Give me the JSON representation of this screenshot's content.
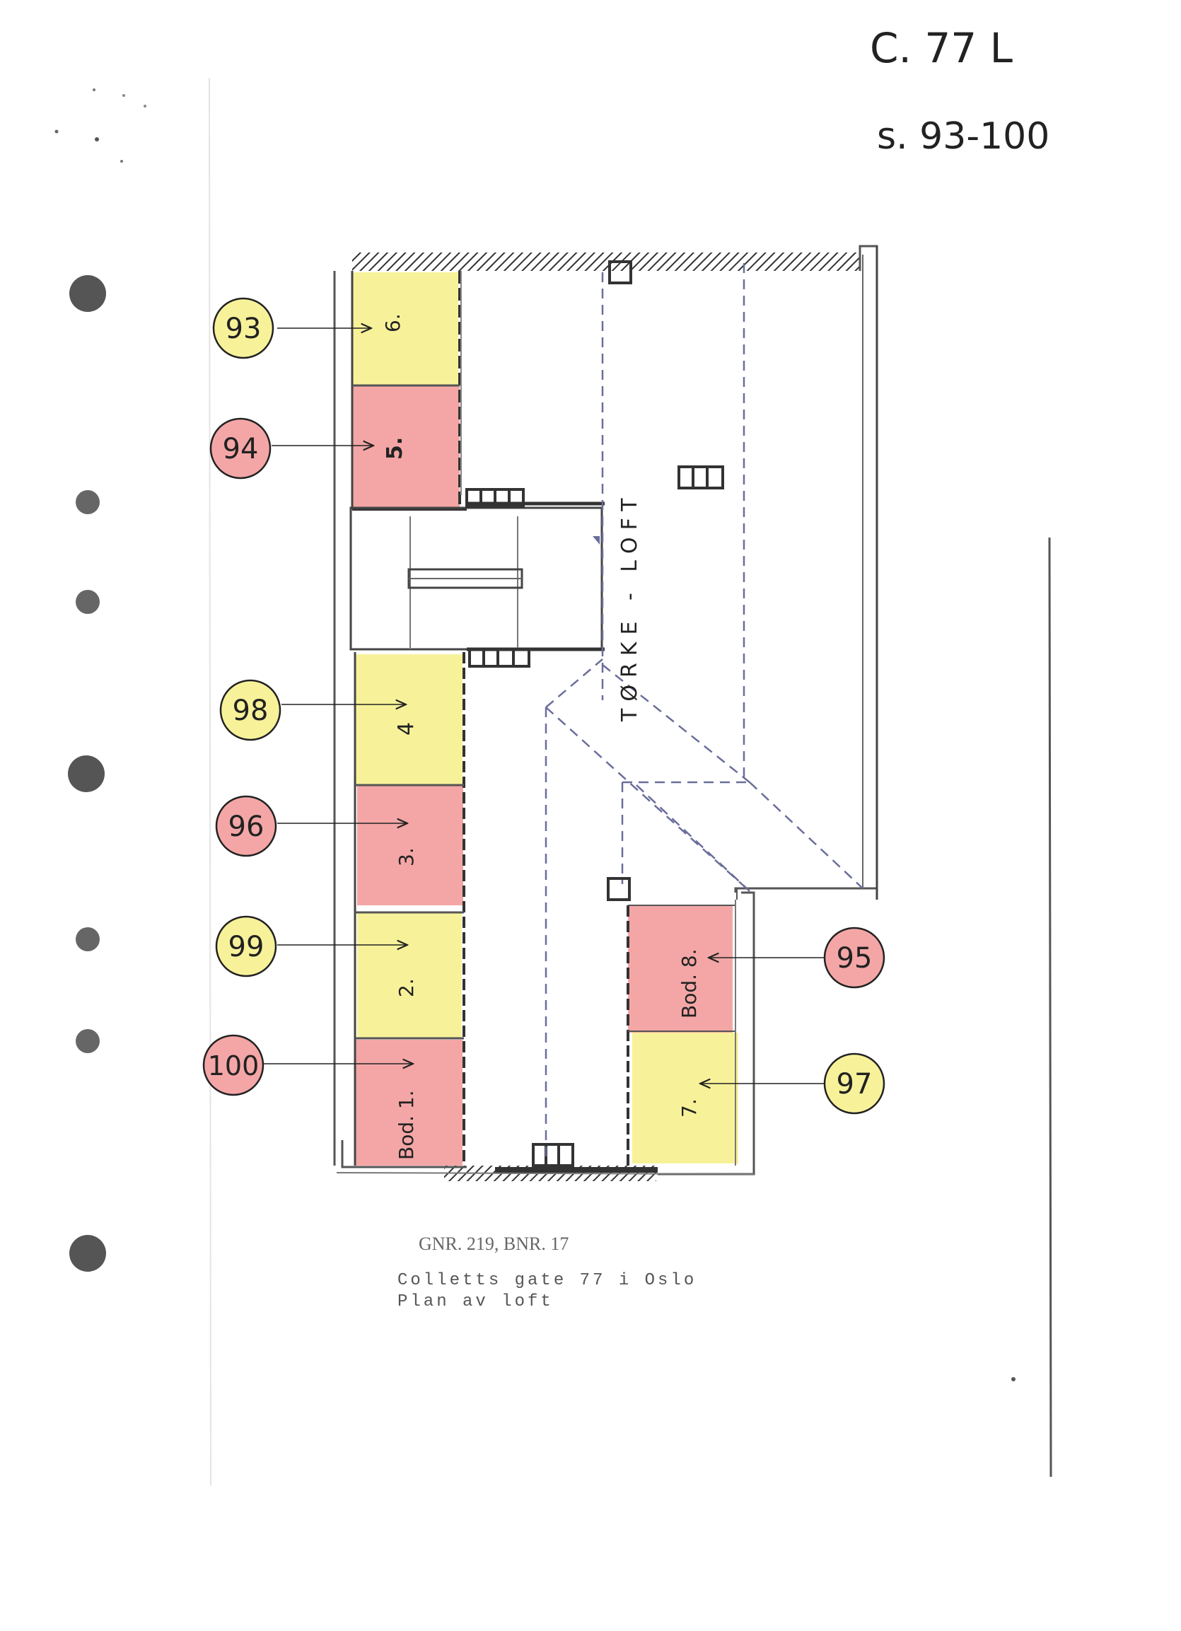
{
  "header": {
    "ref_code": "C. 77 L",
    "pages": "s. 93-100"
  },
  "plan": {
    "corridor_label": "TØRKE - LOFT",
    "rooms": [
      {
        "id": "r6",
        "label": "6.",
        "color": "yellow"
      },
      {
        "id": "r5",
        "label": "5.",
        "color": "red"
      },
      {
        "id": "r4",
        "label": "4",
        "color": "yellow"
      },
      {
        "id": "r3",
        "label": "3.",
        "color": "red"
      },
      {
        "id": "r2",
        "label": "2.",
        "color": "yellow"
      },
      {
        "id": "r1",
        "label": "Bod. 1.",
        "color": "red"
      },
      {
        "id": "r8",
        "label": "Bod. 8.",
        "color": "red"
      },
      {
        "id": "r7",
        "label": "7.",
        "color": "yellow"
      }
    ],
    "callouts": [
      {
        "number": "93",
        "room": "r6",
        "color": "yellow"
      },
      {
        "number": "94",
        "room": "r5",
        "color": "red"
      },
      {
        "number": "98",
        "room": "r4",
        "color": "yellow"
      },
      {
        "number": "96",
        "room": "r3",
        "color": "red"
      },
      {
        "number": "99",
        "room": "r2",
        "color": "yellow"
      },
      {
        "number": "100",
        "room": "r1",
        "color": "red"
      },
      {
        "number": "95",
        "room": "r8",
        "color": "red"
      },
      {
        "number": "97",
        "room": "r7",
        "color": "yellow"
      }
    ]
  },
  "caption": {
    "property_id": "GNR. 219, BNR. 17",
    "address": "Colletts gate 77 i Oslo",
    "title": "Plan av loft"
  },
  "colors": {
    "yellow_fill": "#f7f29a",
    "red_fill": "#f4a6a6",
    "ink": "#333333",
    "dash": "#6a6e9a",
    "punch_hole": "#555555"
  }
}
